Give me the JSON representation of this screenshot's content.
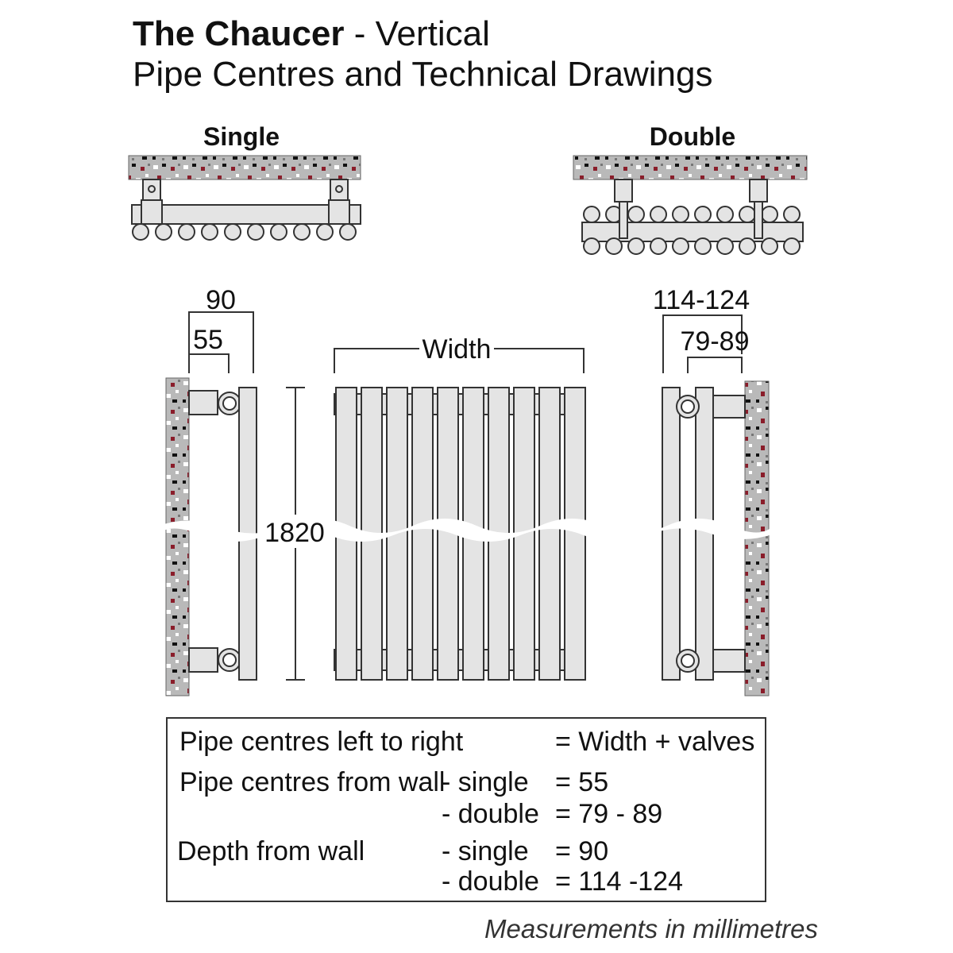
{
  "title": {
    "name": "The Chaucer",
    "suffix": " - Vertical"
  },
  "subtitle": "Pipe Centres and Technical Drawings",
  "views": {
    "single": "Single",
    "double": "Double"
  },
  "dimensions": {
    "single_depth": "90",
    "single_pipe": "55",
    "double_depth": "114-124",
    "double_pipe": "79-89",
    "width": "Width",
    "height": "1820"
  },
  "spec_table": {
    "rows": [
      {
        "label": "Pipe centres left to right",
        "sub": "",
        "value": "= Width + valves"
      },
      {
        "label": "Pipe centres from wall",
        "sub": "- single",
        "value": "= 55"
      },
      {
        "label": "",
        "sub": "- double",
        "value": "= 79 - 89"
      },
      {
        "label": "Depth from wall",
        "sub": "- single",
        "value": "= 90"
      },
      {
        "label": "",
        "sub": "- double",
        "value": "= 114 -124"
      }
    ]
  },
  "footnote": "Measurements in millimetres",
  "colors": {
    "wall": "#b9b9b9",
    "speckle_red": "#8a1d2a",
    "speckle_dark": "#111111",
    "radiator_fill": "#e4e4e4",
    "outline": "#333333"
  }
}
